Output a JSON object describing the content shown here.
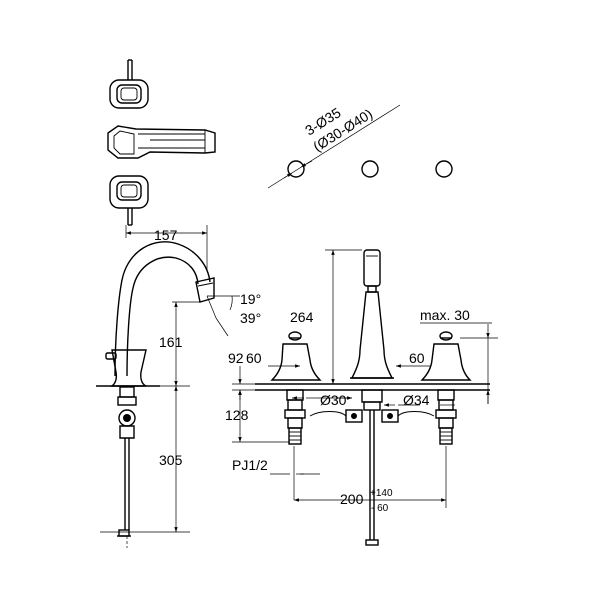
{
  "drawing": {
    "holes": {
      "label_line1": "3-Ø35",
      "label_line2": "(Ø30-Ø40)"
    },
    "side_view": {
      "reach": "157",
      "angle_top": "19°",
      "angle_bottom": "39°",
      "height_spout": "161",
      "height_total": "305"
    },
    "front_view": {
      "spout_height": "264",
      "max_thickness": "max. 30",
      "left_gap_a": "92",
      "left_gap_b": "60",
      "right_gap": "60",
      "dia_left": "Ø30",
      "dia_right": "Ø34",
      "shank_height": "128",
      "thread": "PJ1/2",
      "spread_base": "200",
      "spread_plus": "+140",
      "spread_minus": "- 60"
    }
  }
}
